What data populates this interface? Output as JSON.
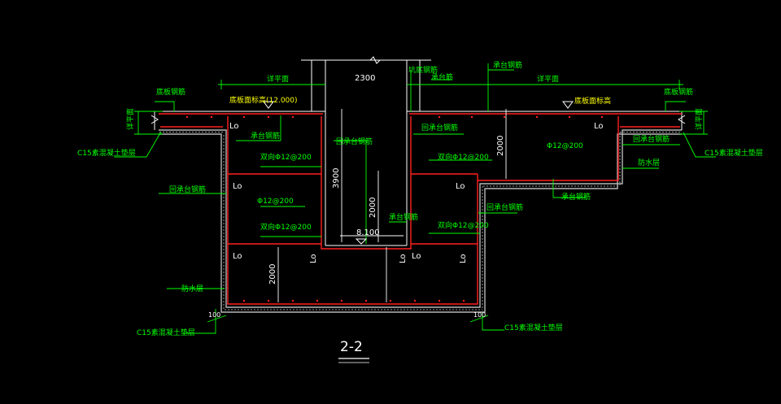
{
  "title": "2-2",
  "colors": {
    "rebar": "#ff2020",
    "dim": "#ffffff",
    "leader": "#00ff00",
    "concrete": "#b8b8b8",
    "note": "#ffff00"
  },
  "labels": {
    "elev_left": "底板面标高(12.000)",
    "elev_right": "底板面标高",
    "tie_left_top": "底板钢筋",
    "tie_right_top": "底板钢筋",
    "flat_left": "详平面",
    "flat_right": "详平面",
    "cap_center": "承台筋",
    "pit_rebar": "坑底钢筋",
    "cap_rebar_top": "承台钢筋",
    "c15_left_top": "C15素混凝土垫层",
    "c15_right_top": "C15素混凝土垫层",
    "c15_bottom_left": "C15素混凝土垫层",
    "c15_bottom_right": "C15素混凝土垫层",
    "cap_rebar_left": "承台钢筋",
    "back_rebar_1": "回承台钢筋",
    "back_rebar_2": "回承台钢筋",
    "back_rebar_3": "回承台钢筋",
    "back_rebar_4": "回承台钢筋",
    "cap_rebar_right": "承台钢筋",
    "cap_rebar_pit": "承台钢筋",
    "waterproof_left": "防水层",
    "waterproof_right": "防水层",
    "bars_1": "双向Φ12@200",
    "bars_2": "Φ12@200",
    "bars_3": "双向Φ12@200",
    "bars_4": "双向Φ12@200",
    "bars_5": "Φ12@200",
    "bars_6": "双向Φ12@200",
    "lo": "Lo",
    "side_dim_left": "详平面",
    "side_dim_right": "详平面"
  },
  "dimensions": {
    "pit_width": "2300",
    "cap_depth": "3900",
    "pit_depth": "2000",
    "right_step": "2000",
    "bottom_depth": "2000",
    "pit_elev": "8.100",
    "edge_left": "100",
    "edge_right": "100"
  }
}
